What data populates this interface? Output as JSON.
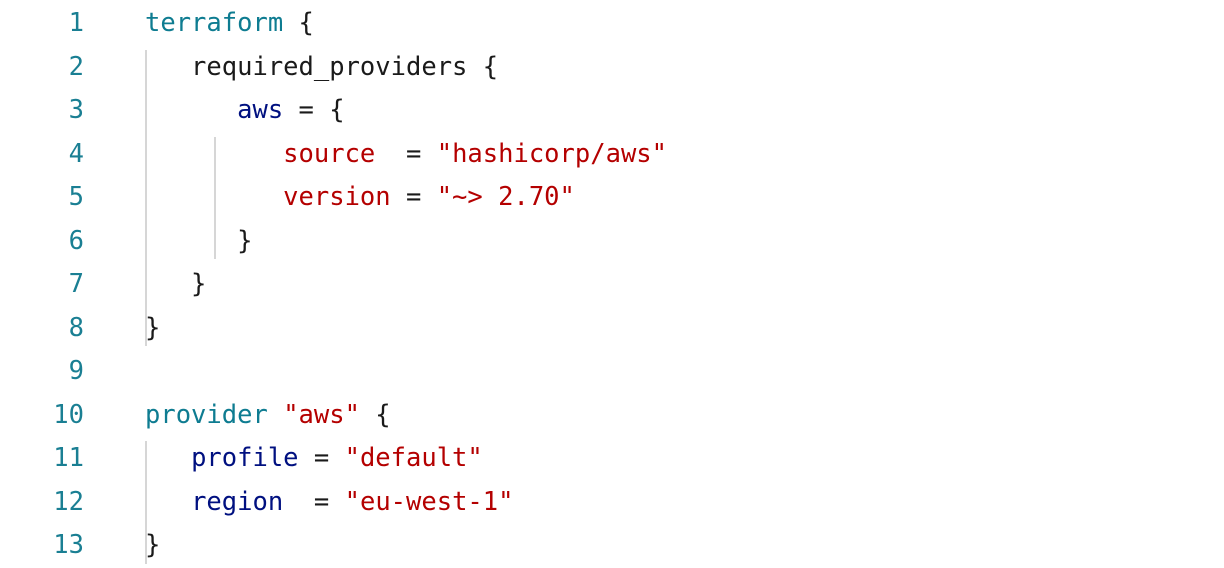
{
  "editor": {
    "colors": {
      "line_number": "#1a7f93",
      "keyword": "#0e7c91",
      "key": "#001080",
      "string": "#b40000",
      "plain": "#1a1a1a",
      "indent_guide": "#d6d6d6"
    },
    "lines": [
      {
        "n": "1",
        "tokens": [
          {
            "t": "terraform",
            "c": "kw"
          },
          {
            "t": " {",
            "c": "plain"
          }
        ]
      },
      {
        "n": "2",
        "tokens": [
          {
            "t": "   required_providers {",
            "c": "plain"
          }
        ]
      },
      {
        "n": "3",
        "tokens": [
          {
            "t": "      ",
            "c": "plain"
          },
          {
            "t": "aws",
            "c": "key"
          },
          {
            "t": " = {",
            "c": "plain"
          }
        ]
      },
      {
        "n": "4",
        "tokens": [
          {
            "t": "         ",
            "c": "plain"
          },
          {
            "t": "source",
            "c": "str"
          },
          {
            "t": "  = ",
            "c": "plain"
          },
          {
            "t": "\"hashicorp/aws\"",
            "c": "str"
          }
        ]
      },
      {
        "n": "5",
        "tokens": [
          {
            "t": "         ",
            "c": "plain"
          },
          {
            "t": "version",
            "c": "str"
          },
          {
            "t": " = ",
            "c": "plain"
          },
          {
            "t": "\"~> 2.70\"",
            "c": "str"
          }
        ]
      },
      {
        "n": "6",
        "tokens": [
          {
            "t": "      }",
            "c": "plain"
          }
        ]
      },
      {
        "n": "7",
        "tokens": [
          {
            "t": "   }",
            "c": "plain"
          }
        ]
      },
      {
        "n": "8",
        "tokens": [
          {
            "t": "}",
            "c": "plain"
          }
        ]
      },
      {
        "n": "9",
        "tokens": []
      },
      {
        "n": "10",
        "tokens": [
          {
            "t": "provider",
            "c": "kw"
          },
          {
            "t": " ",
            "c": "plain"
          },
          {
            "t": "\"aws\"",
            "c": "str"
          },
          {
            "t": " {",
            "c": "plain"
          }
        ]
      },
      {
        "n": "11",
        "tokens": [
          {
            "t": "   ",
            "c": "plain"
          },
          {
            "t": "profile",
            "c": "key"
          },
          {
            "t": " = ",
            "c": "plain"
          },
          {
            "t": "\"default\"",
            "c": "str"
          }
        ]
      },
      {
        "n": "12",
        "tokens": [
          {
            "t": "   ",
            "c": "plain"
          },
          {
            "t": "region",
            "c": "key"
          },
          {
            "t": "  = ",
            "c": "plain"
          },
          {
            "t": "\"eu-west-1\"",
            "c": "str"
          }
        ]
      },
      {
        "n": "13",
        "tokens": [
          {
            "t": "}",
            "c": "plain"
          }
        ]
      }
    ]
  }
}
